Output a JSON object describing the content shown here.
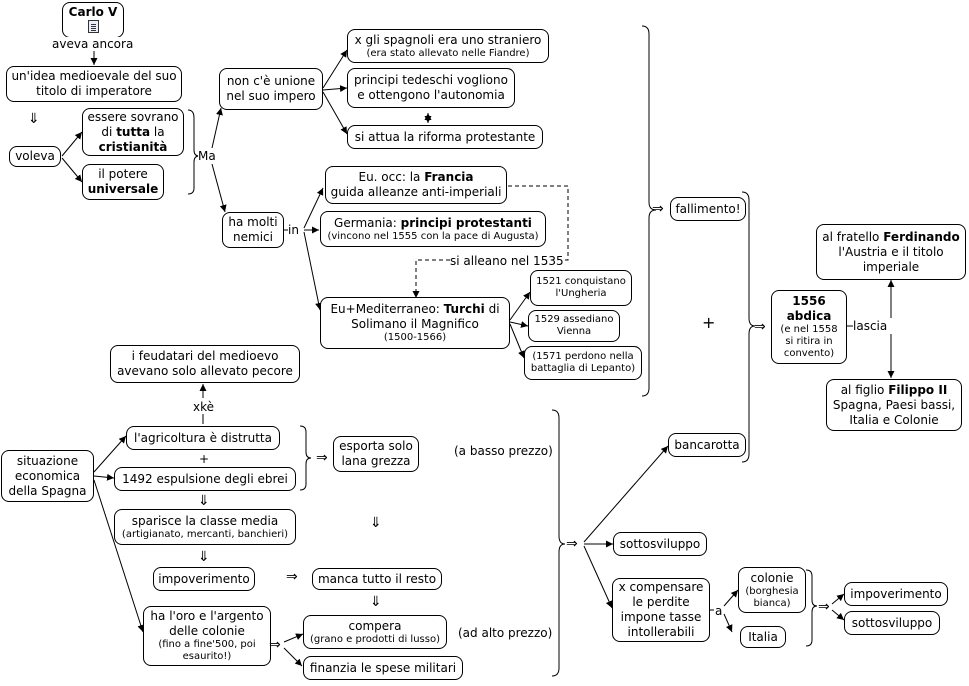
{
  "title": {
    "label": "Carlo V"
  },
  "labels": {
    "aveva_ancora": "aveva ancora",
    "ma": "Ma",
    "in": "in",
    "si_alleano": "si alleano nel 1535",
    "xke": "xkè",
    "plus1": "+",
    "a_basso": "(a basso prezzo)",
    "ad_alto": "(ad alto prezzo)",
    "lascia": "lascia",
    "a": "a",
    "plus_big": "+"
  },
  "nodes": {
    "idea": "un'idea medioevale del suo titolo di imperatore",
    "voleva": "voleva",
    "sovrano_pre": "essere sovrano di ",
    "sovrano_b1": "tutta",
    "sovrano_mid": " la ",
    "sovrano_b2": "cristianità",
    "potere_pre": "il potere",
    "potere_b": "universale",
    "unione": "non c'è unione nel suo impero",
    "straniero_main": "x gli spagnoli era uno straniero",
    "straniero_sub": "(era stato allevato nelle Fiandre)",
    "principi": "principi tedeschi vogliono e ottengono l'autonomia",
    "riforma": "si attua la riforma protestante",
    "nemici": "ha molti nemici",
    "francia_pre": "Eu. occ: la ",
    "francia_b": "Francia",
    "francia_post": "guida alleanze anti-imperiali",
    "germania_pre": "Germania: ",
    "germania_b": "principi protestanti",
    "germania_sub": "(vincono nel 1555 con la pace di Augusta)",
    "turchi_pre": "Eu+Mediterraneo: ",
    "turchi_b": "Turchi",
    "turchi_post": " di Solimano il Magnifico",
    "turchi_sub": "(1500-1566)",
    "t1521": "1521 conquistano l'Ungheria",
    "t1529": "1529 assediano Vienna",
    "t1571": "(1571 perdono nella battaglia di Lepanto)",
    "fallimento": "fallimento!",
    "abdica_b1": "1556",
    "abdica_b2": "abdica",
    "abdica_sub": "(e nel 1558 si ritira in convento)",
    "ferdinando_pre": "al fratello ",
    "ferdinando_b": "Ferdinando",
    "ferdinando_post": "l'Austria e il titolo imperiale",
    "filippo_pre": "al figlio ",
    "filippo_b": "Filippo II",
    "filippo_post": "Spagna, Paesi bassi, Italia e Colonie",
    "feudatari": "i feudatari del medioevo avevano solo allevato pecore",
    "situazione": "situazione economica della Spagna",
    "agricoltura": "l'agricoltura è distrutta",
    "ebrei": "1492 espulsione degli ebrei",
    "lana": "esporta solo lana grezza",
    "classe_main": "sparisce la classe media",
    "classe_sub": "(artigianato, mercanti, banchieri)",
    "impoverimento": "impoverimento",
    "manca": "manca tutto il resto",
    "oro_main": "ha l'oro e l'argento delle colonie",
    "oro_sub": "(fino a fine'500, poi esaurito!)",
    "compera_main": "compera",
    "compera_sub": "(grano e prodotti di lusso)",
    "finanzia": "finanzia le spese militari",
    "bancarotta": "bancarotta",
    "sottosviluppo": "sottosviluppo",
    "compensare": "x compensare le perdite impone tasse intollerabili",
    "colonie_main": "colonie",
    "colonie_sub": "(borghesia bianca)",
    "italia": "Italia",
    "impoverimento2": "impoverimento",
    "sottosviluppo2": "sottosviluppo"
  }
}
